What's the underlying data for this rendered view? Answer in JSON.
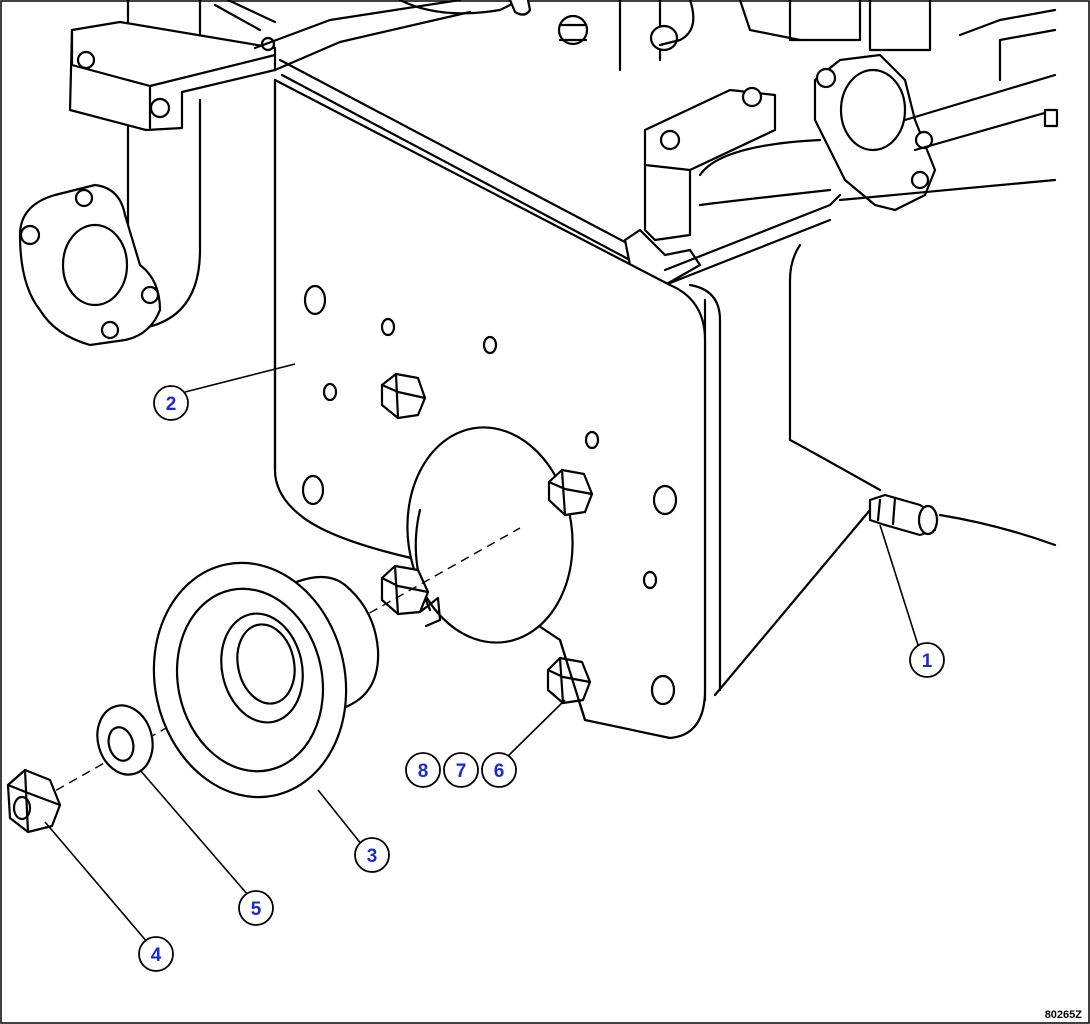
{
  "callouts": [
    {
      "id": "c1",
      "label": "1"
    },
    {
      "id": "c2",
      "label": "2"
    },
    {
      "id": "c3",
      "label": "3"
    },
    {
      "id": "c4",
      "label": "4"
    },
    {
      "id": "c5",
      "label": "5"
    },
    {
      "id": "c6",
      "label": "6"
    },
    {
      "id": "c7",
      "label": "7"
    },
    {
      "id": "c8",
      "label": "8"
    }
  ],
  "drawing_code": "80265Z",
  "colors": {
    "line": "#000000",
    "callout_text": "#1a28d8",
    "background": "#ffffff"
  }
}
